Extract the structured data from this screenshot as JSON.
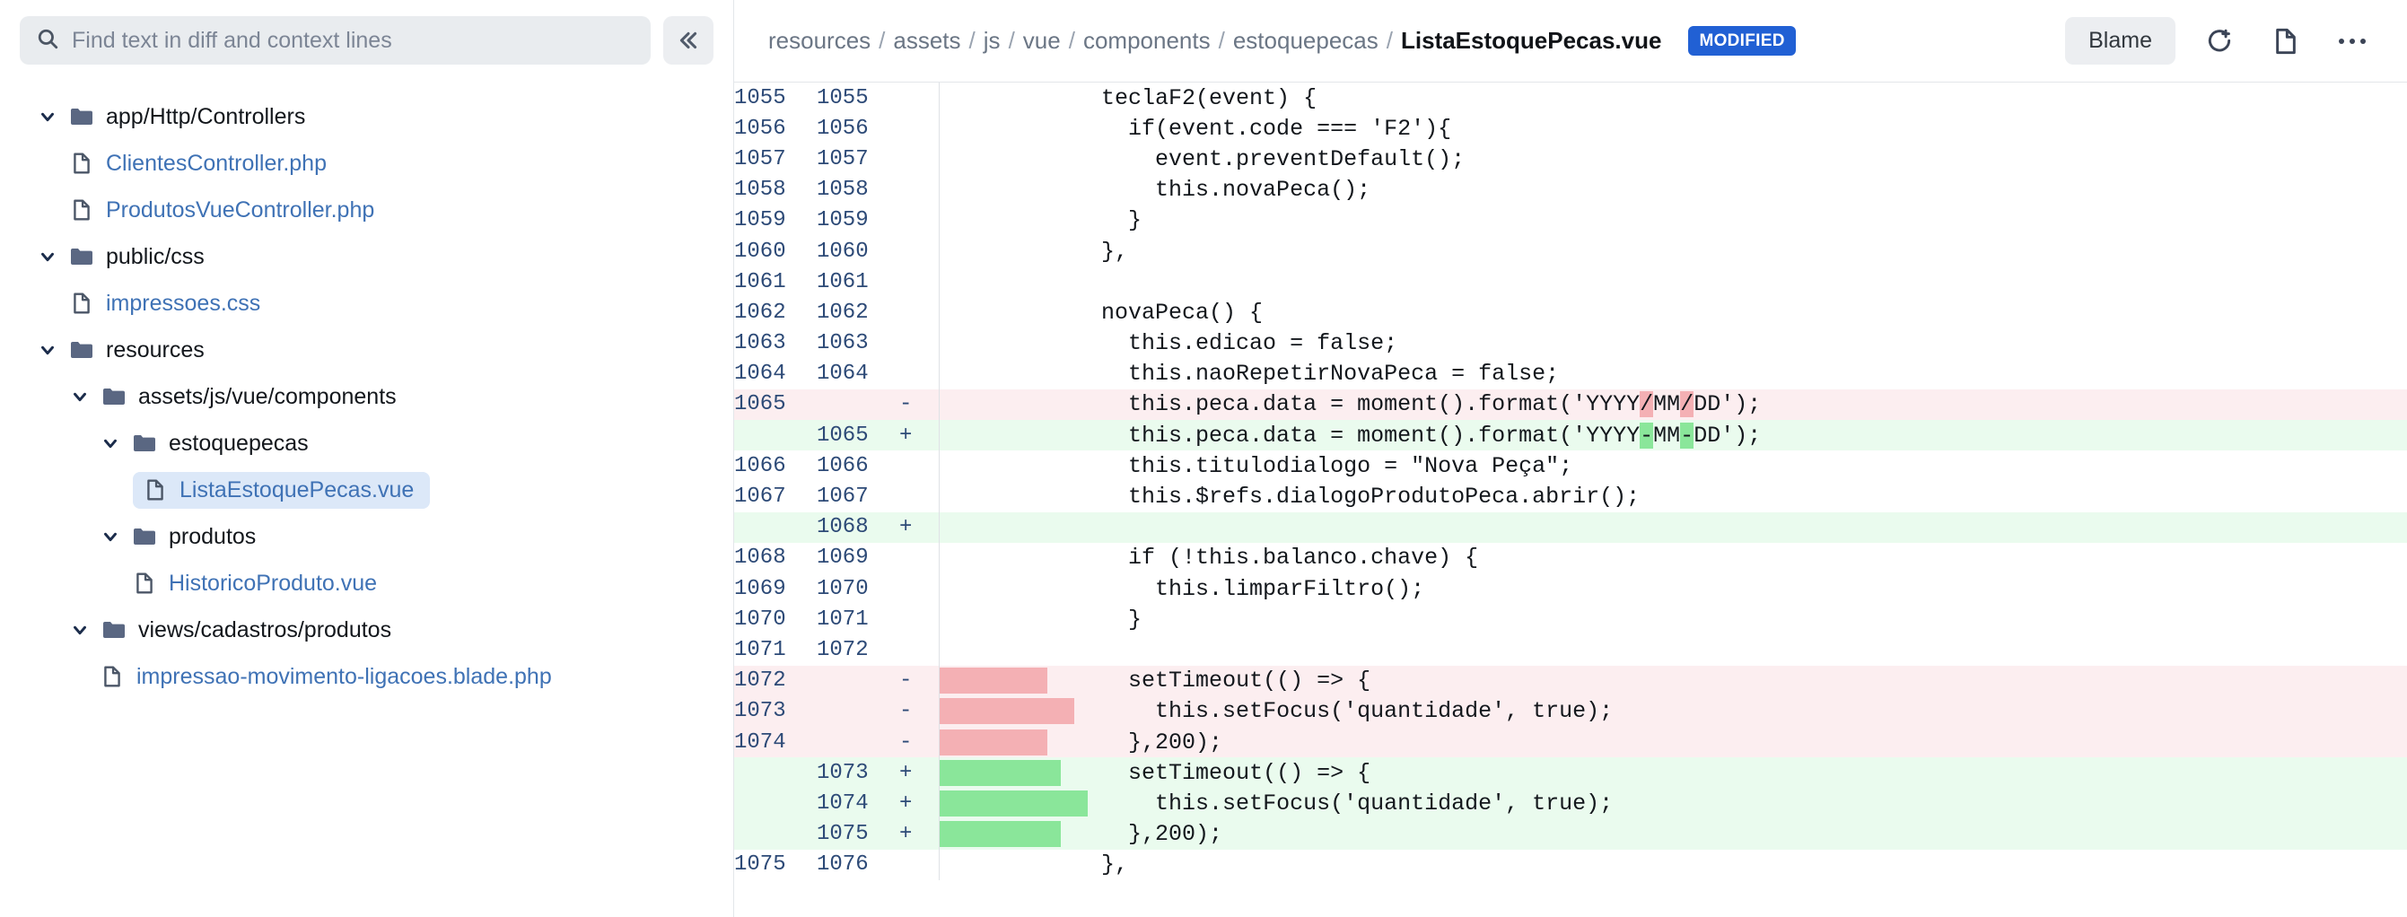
{
  "sidebar": {
    "search": {
      "placeholder": "Find text in diff and context lines",
      "value": "",
      "icon": "search-icon"
    },
    "collapse_label": "«",
    "tree": [
      {
        "type": "folder",
        "depth": 0,
        "label": "app/Http/Controllers",
        "expanded": true
      },
      {
        "type": "file",
        "depth": 1,
        "label": "ClientesController.php",
        "selected": false
      },
      {
        "type": "file",
        "depth": 1,
        "label": "ProdutosVueController.php",
        "selected": false
      },
      {
        "type": "folder",
        "depth": 0,
        "label": "public/css",
        "expanded": true
      },
      {
        "type": "file",
        "depth": 1,
        "label": "impressoes.css",
        "selected": false
      },
      {
        "type": "folder",
        "depth": 0,
        "label": "resources",
        "expanded": true
      },
      {
        "type": "folder",
        "depth": 1,
        "label": "assets/js/vue/components",
        "expanded": true
      },
      {
        "type": "folder",
        "depth": 2,
        "label": "estoquepecas",
        "expanded": true
      },
      {
        "type": "file",
        "depth": 3,
        "label": "ListaEstoquePecas.vue",
        "selected": true
      },
      {
        "type": "folder",
        "depth": 2,
        "label": "produtos",
        "expanded": true
      },
      {
        "type": "file",
        "depth": 3,
        "label": "HistoricoProduto.vue",
        "selected": false
      },
      {
        "type": "folder",
        "depth": 1,
        "label": "views/cadastros/produtos",
        "expanded": true
      },
      {
        "type": "file",
        "depth": 2,
        "label": "impressao-movimento-ligacoes.blade.php",
        "selected": false
      }
    ]
  },
  "header": {
    "breadcrumb_parts": [
      "resources",
      "assets",
      "js",
      "vue",
      "components",
      "estoquepecas"
    ],
    "current_file": "ListaEstoquePecas.vue",
    "status_badge": "MODIFIED",
    "blame_label": "Blame",
    "icons": [
      "comment-add-icon",
      "file-icon",
      "more-options-icon"
    ],
    "accent_color": "#2160d4"
  },
  "diff": {
    "colors": {
      "deleted_bg": "#fceef0",
      "added_bg": "#eafbee",
      "deleted_word": "#f4b0b4",
      "added_word": "#8ae69a",
      "line_number": "#2d4a77"
    },
    "lines": [
      {
        "old": "1055",
        "new": "1055",
        "sign": "",
        "type": "ctx",
        "code": "            teclaF2(event) {"
      },
      {
        "old": "1056",
        "new": "1056",
        "sign": "",
        "type": "ctx",
        "code": "              if(event.code === 'F2'){"
      },
      {
        "old": "1057",
        "new": "1057",
        "sign": "",
        "type": "ctx",
        "code": "                event.preventDefault();"
      },
      {
        "old": "1058",
        "new": "1058",
        "sign": "",
        "type": "ctx",
        "code": "                this.novaPeca();"
      },
      {
        "old": "1059",
        "new": "1059",
        "sign": "",
        "type": "ctx",
        "code": "              }"
      },
      {
        "old": "1060",
        "new": "1060",
        "sign": "",
        "type": "ctx",
        "code": "            },"
      },
      {
        "old": "1061",
        "new": "1061",
        "sign": "",
        "type": "ctx",
        "code": ""
      },
      {
        "old": "1062",
        "new": "1062",
        "sign": "",
        "type": "ctx",
        "code": "            novaPeca() {"
      },
      {
        "old": "1063",
        "new": "1063",
        "sign": "",
        "type": "ctx",
        "code": "              this.edicao = false;"
      },
      {
        "old": "1064",
        "new": "1064",
        "sign": "",
        "type": "ctx",
        "code": "              this.naoRepetirNovaPeca = false;"
      },
      {
        "old": "1065",
        "new": "",
        "sign": "-",
        "type": "del",
        "segments": [
          {
            "t": "              this.peca.data = moment().format('YYYY",
            "h": false
          },
          {
            "t": "/",
            "h": true
          },
          {
            "t": "MM",
            "h": false
          },
          {
            "t": "/",
            "h": true
          },
          {
            "t": "DD');",
            "h": false
          }
        ]
      },
      {
        "old": "",
        "new": "1065",
        "sign": "+",
        "type": "add",
        "segments": [
          {
            "t": "              this.peca.data = moment().format('YYYY",
            "h": false
          },
          {
            "t": "-",
            "h": true
          },
          {
            "t": "MM",
            "h": false
          },
          {
            "t": "-",
            "h": true
          },
          {
            "t": "DD');",
            "h": false
          }
        ]
      },
      {
        "old": "1066",
        "new": "1066",
        "sign": "",
        "type": "ctx",
        "code": "              this.titulodialogo = \"Nova Peça\";"
      },
      {
        "old": "1067",
        "new": "1067",
        "sign": "",
        "type": "ctx",
        "code": "              this.$refs.dialogoProdutoPeca.abrir();"
      },
      {
        "old": "",
        "new": "1068",
        "sign": "+",
        "type": "add",
        "code": ""
      },
      {
        "old": "1068",
        "new": "1069",
        "sign": "",
        "type": "ctx",
        "code": "              if (!this.balanco.chave) {"
      },
      {
        "old": "1069",
        "new": "1070",
        "sign": "",
        "type": "ctx",
        "code": "                this.limparFiltro();"
      },
      {
        "old": "1070",
        "new": "1071",
        "sign": "",
        "type": "ctx",
        "code": "              }"
      },
      {
        "old": "1071",
        "new": "1072",
        "sign": "",
        "type": "ctx",
        "code": ""
      },
      {
        "old": "1072",
        "new": "",
        "sign": "-",
        "type": "del",
        "segments": [
          {
            "t": "        ",
            "h": true
          },
          {
            "t": "      setTimeout(() => {",
            "h": false
          }
        ]
      },
      {
        "old": "1073",
        "new": "",
        "sign": "-",
        "type": "del",
        "segments": [
          {
            "t": "          ",
            "h": true
          },
          {
            "t": "      this.setFocus('quantidade', true);",
            "h": false
          }
        ]
      },
      {
        "old": "1074",
        "new": "",
        "sign": "-",
        "type": "del",
        "segments": [
          {
            "t": "        ",
            "h": true
          },
          {
            "t": "      },200);",
            "h": false
          }
        ]
      },
      {
        "old": "",
        "new": "1073",
        "sign": "+",
        "type": "add",
        "segments": [
          {
            "t": "         ",
            "h": true
          },
          {
            "t": "     setTimeout(() => {",
            "h": false
          }
        ]
      },
      {
        "old": "",
        "new": "1074",
        "sign": "+",
        "type": "add",
        "segments": [
          {
            "t": "           ",
            "h": true
          },
          {
            "t": "     this.setFocus('quantidade', true);",
            "h": false
          }
        ]
      },
      {
        "old": "",
        "new": "1075",
        "sign": "+",
        "type": "add",
        "segments": [
          {
            "t": "         ",
            "h": true
          },
          {
            "t": "     },200);",
            "h": false
          }
        ]
      },
      {
        "old": "1075",
        "new": "1076",
        "sign": "",
        "type": "ctx",
        "code": "            },"
      }
    ]
  }
}
